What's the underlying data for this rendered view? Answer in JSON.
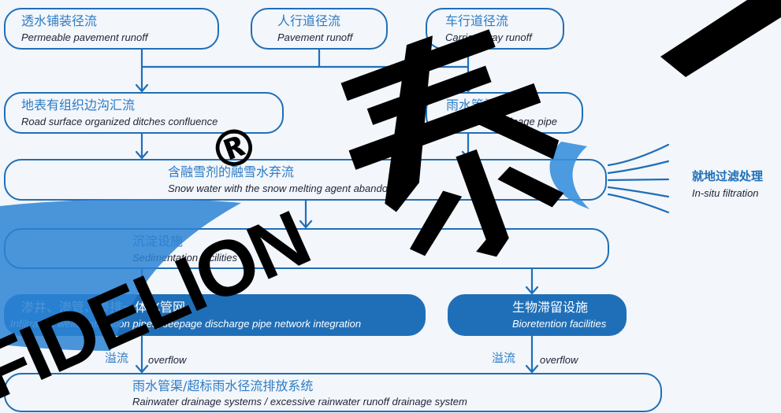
{
  "colors": {
    "primary": "#1f6fb8",
    "chinese_text": "#2c7cc6",
    "english_text": "#1d2438",
    "background": "#f3f6fa",
    "watermark_blue": "#2b83d3",
    "watermark_black": "#000000"
  },
  "sources": [
    {
      "zh": "透水铺装径流",
      "en": "Permeable pavement runoff"
    },
    {
      "zh": "人行道径流",
      "en": "Pavement runoff"
    },
    {
      "zh": "车行道径流",
      "en": "Carriageway runoff"
    }
  ],
  "collection": [
    {
      "zh": "地表有组织边沟汇流",
      "en": "Road surface organized ditches confluence"
    },
    {
      "zh": "雨水管渠",
      "en": "Rainwater drainage pipe"
    }
  ],
  "snowmelt": {
    "zh": "含融雪剂的融雪水弃流",
    "en": "Snow water with the snow melting agent abandoned"
  },
  "in_situ": {
    "zh": "就地过滤处理",
    "en": "In-situ filtration"
  },
  "sedimentation": {
    "zh": "沉淀设施",
    "en": "Sedimentation facilities"
  },
  "treatment": [
    {
      "zh": "渗井、渗管、渗排一体化管网",
      "en": "Infiltration wells, infiltration pipes, seepage discharge pipe network integration"
    },
    {
      "zh": "生物滞留设施",
      "en": "Bioretention facilities"
    }
  ],
  "overflow": [
    {
      "zh": "溢流",
      "en": "overflow"
    },
    {
      "zh": "溢流",
      "en": "overflow"
    }
  ],
  "discharge": {
    "zh": "雨水管渠/超标雨水径流排放系统",
    "en": "Rainwater drainage systems / excessive rainwater runoff drainage system"
  },
  "watermark": {
    "brand": "FIDELION",
    "logo_char": "泰",
    "registered": "®"
  }
}
